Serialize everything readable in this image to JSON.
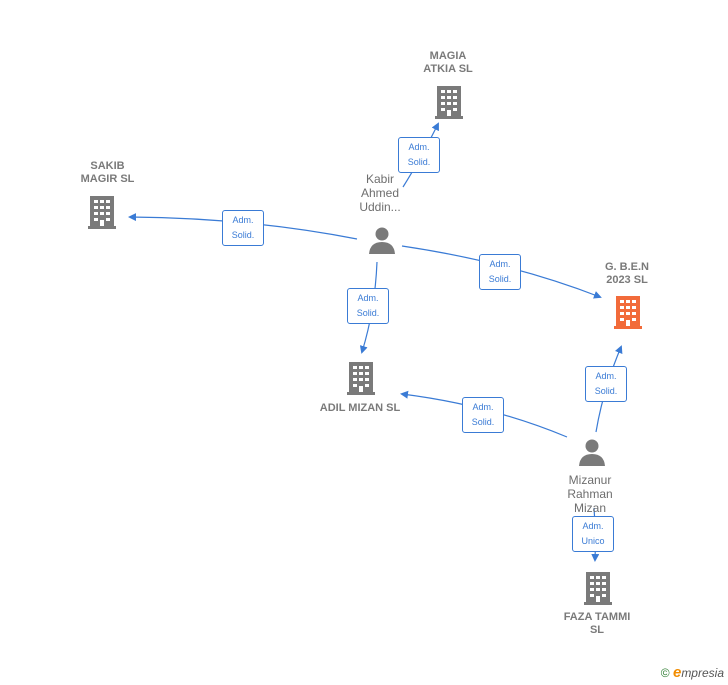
{
  "colors": {
    "edge": "#3a7bd5",
    "building": "#7a7a7a",
    "highlight_building": "#f26b3a",
    "person": "#7a7a7a"
  },
  "companies": {
    "magia": {
      "label": "MAGIA\nATKIA  SL"
    },
    "sakib": {
      "label": "SAKIB\nMAGIR  SL"
    },
    "gben": {
      "label": "G. B.E.N\n2023  SL"
    },
    "adil": {
      "label": "ADIL MIZAN  SL"
    },
    "faza": {
      "label": "FAZA TAMMI\nSL"
    }
  },
  "people": {
    "kabir": {
      "label": "Kabir\nAhmed\nUddin..."
    },
    "mizanur": {
      "label": "Mizanur\nRahman\nMizan"
    }
  },
  "edges": {
    "kabir_magia": "Adm.\nSolid.",
    "kabir_sakib": "Adm.\nSolid.",
    "kabir_adil": "Adm.\nSolid.",
    "kabir_gben": "Adm.\nSolid.",
    "mizanur_gben": "Adm.\nSolid.",
    "mizanur_adil": "Adm.\nSolid.",
    "mizanur_faza": "Adm.\nUnico"
  },
  "footer": {
    "copyright": "©",
    "brand_e": "e",
    "brand_rest": "mpresia"
  }
}
